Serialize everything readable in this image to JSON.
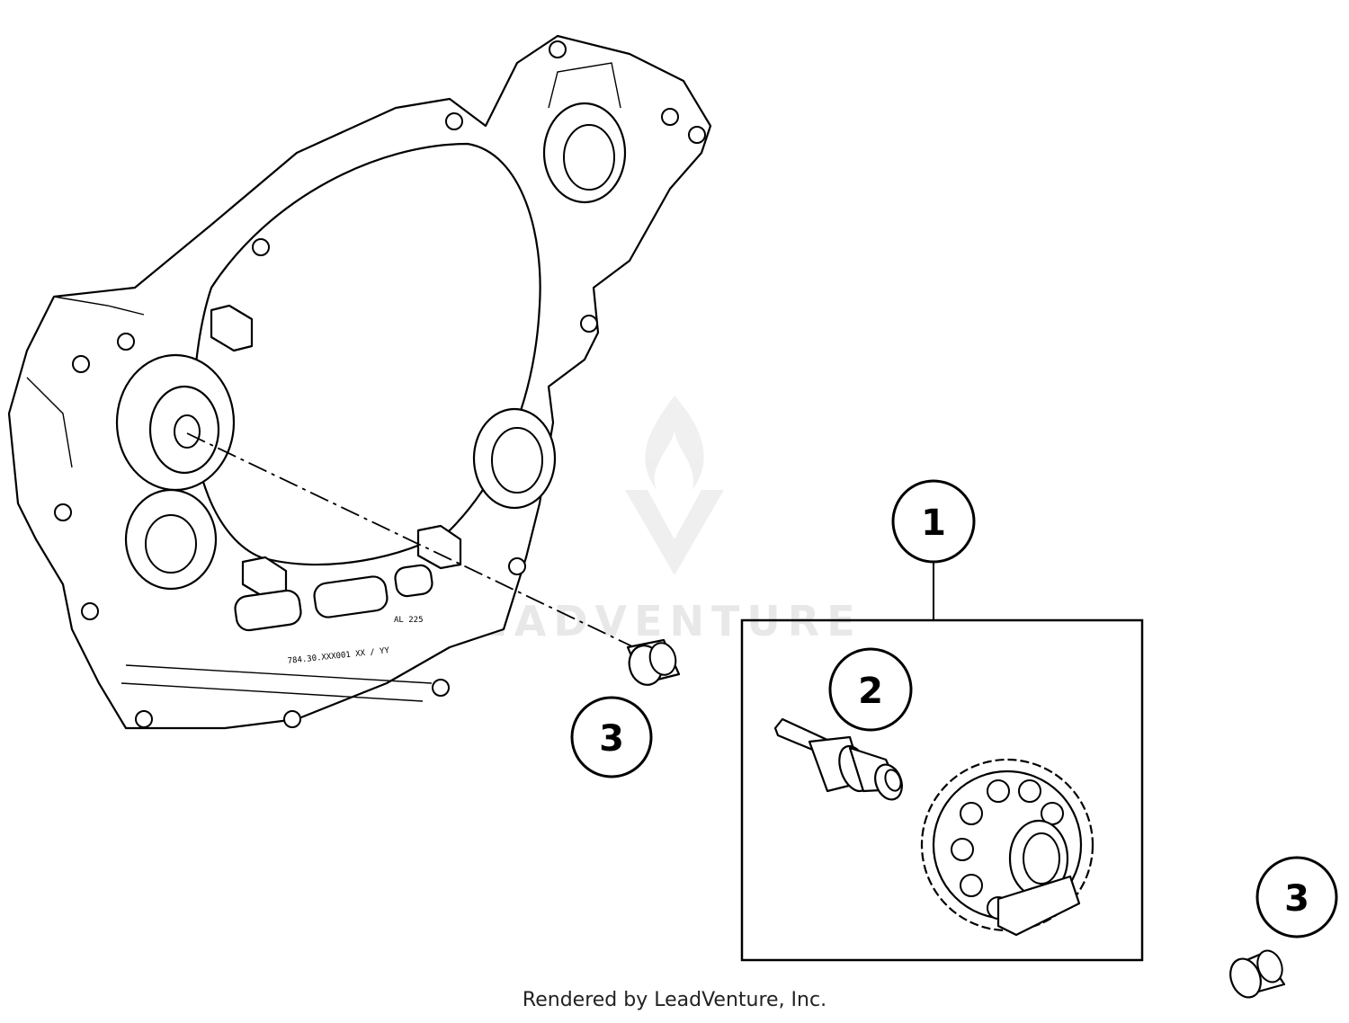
{
  "callouts": {
    "kit_assembly": "1",
    "shaft": "2",
    "bushing_upper": "3",
    "bushing_lower": "3"
  },
  "watermark": "LEADVENTURE",
  "engraving": {
    "line1": "AL 225",
    "line2": "784.30.XXX001 XX / YY"
  },
  "footer": "Rendered by LeadVenture, Inc."
}
